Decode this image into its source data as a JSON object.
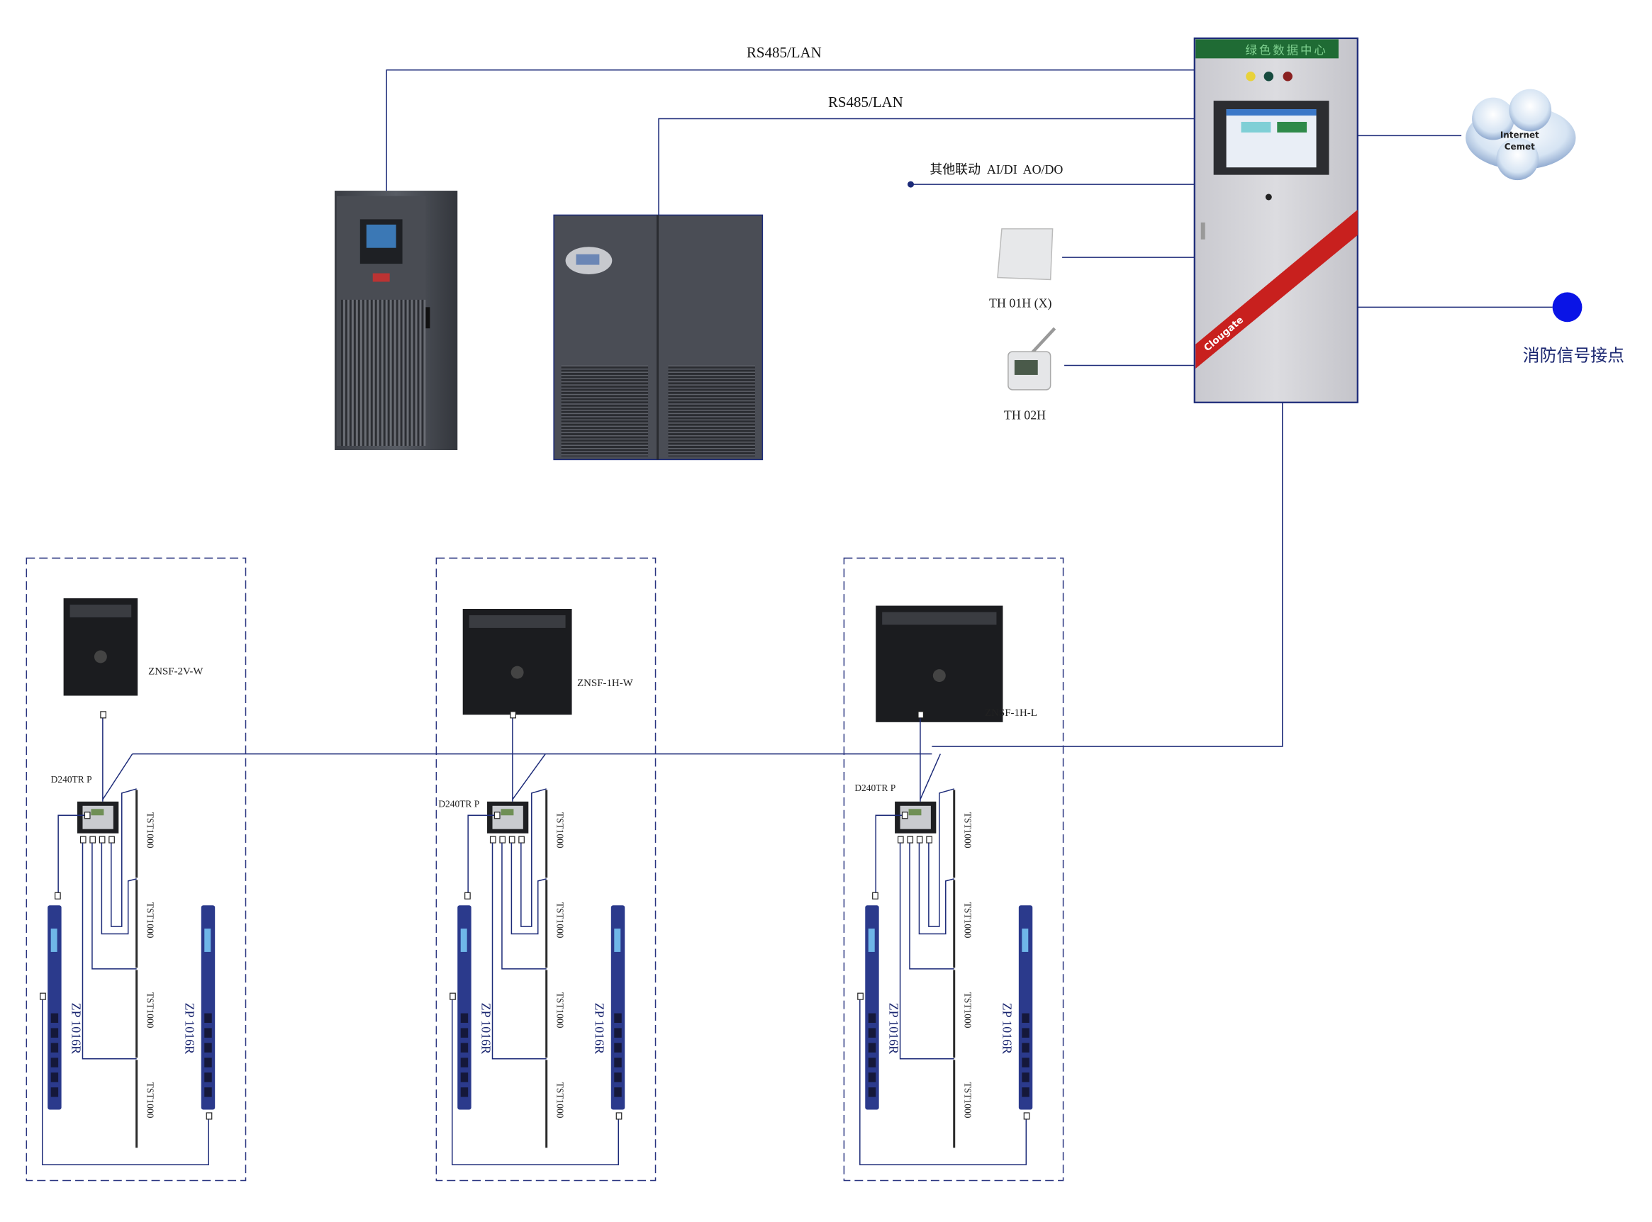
{
  "top_links": {
    "link1_label": "RS485/LAN",
    "link2_label": "RS485/LAN",
    "link3_label": "其他联动  AI/DI  AO/DO"
  },
  "cabinet": {
    "header_text": "绿色数据中心",
    "banner_text": "Clougate"
  },
  "cloud": {
    "line1": "Internet",
    "line2": "Cemet"
  },
  "fire_signal": {
    "label": "消防信号接点"
  },
  "sensors": {
    "th01h_label": "TH 01H (X)",
    "th02h_label": "TH 02H"
  },
  "zones": [
    {
      "device_label": "ZNSF-2V-W",
      "controller_label": "D240TR P",
      "strip_labels": [
        "TST1000",
        "TST1000",
        "TST1000",
        "TST1000"
      ],
      "pdu_labels": [
        "ZP 1016R",
        "ZP 1016R"
      ]
    },
    {
      "device_label": "ZNSF-1H-W",
      "controller_label": "D240TR P",
      "strip_labels": [
        "TST1000",
        "TST1000",
        "TST1000",
        "TST1000"
      ],
      "pdu_labels": [
        "ZP 1016R",
        "ZP 1016R"
      ]
    },
    {
      "device_label": "ZNSF-1H-L",
      "controller_label": "D240TR P",
      "strip_labels": [
        "TST1000",
        "TST1000",
        "TST1000",
        "TST1000"
      ],
      "pdu_labels": [
        "ZP 1016R",
        "ZP 1016R"
      ]
    }
  ],
  "colors": {
    "wire": "#1c2a78",
    "fire_dot": "#0a14e6",
    "pdu": "#2b3a8c",
    "cabinet": "#d4d4d8"
  }
}
